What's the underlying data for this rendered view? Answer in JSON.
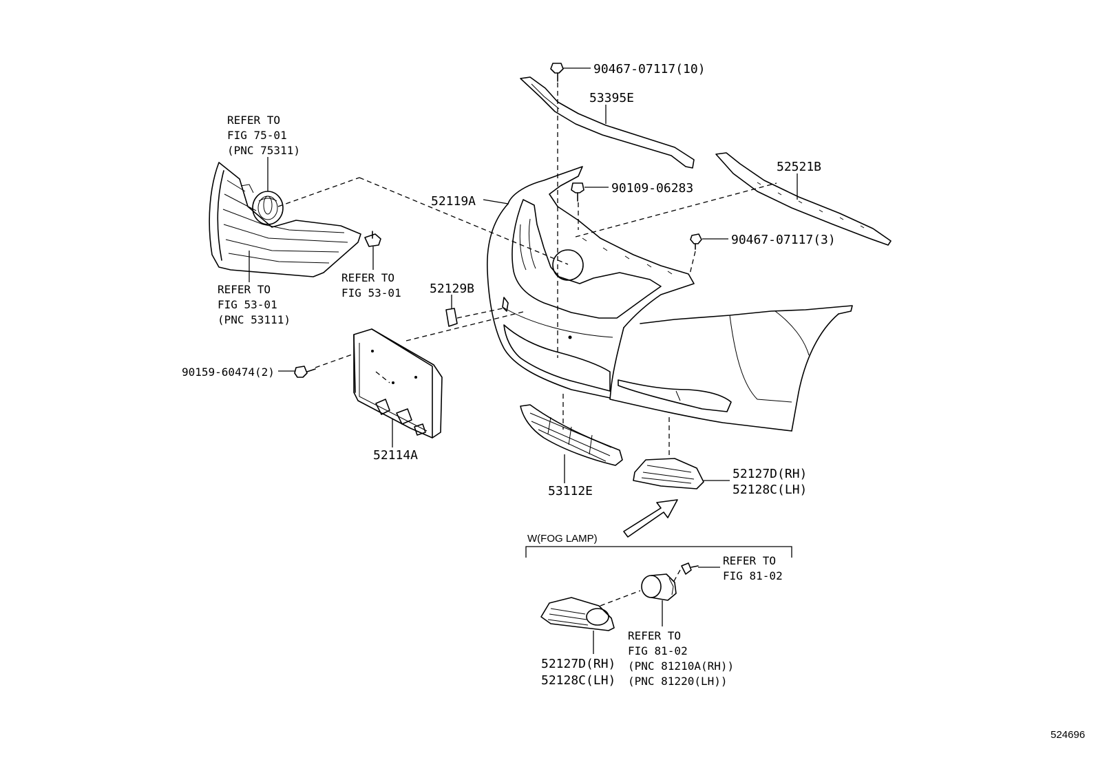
{
  "labels": {
    "p90467_07117_10": "90467-07117(10)",
    "p53395E": "53395E",
    "p52521B": "52521B",
    "p90109_06283": "90109-06283",
    "p52119A": "52119A",
    "p90467_07117_3": "90467-07117(3)",
    "ref_75_1": "REFER TO",
    "ref_75_2": "FIG 75-01",
    "ref_75_3": "(PNC 75311)",
    "ref_5301a_1": "REFER TO",
    "ref_5301a_2": "FIG 53-01",
    "ref_5301a_3": "(PNC 53111)",
    "ref_5301b_1": "REFER TO",
    "ref_5301b_2": "FIG 53-01",
    "p52129B": "52129B",
    "p90159_60474_2": "90159-60474(2)",
    "p52114A": "52114A",
    "p53112E": "53112E",
    "p52127D_rh_top": "52127D(RH)",
    "p52128C_lh_top": "52128C(LH)",
    "cond_fog": "W(FOG LAMP)",
    "ref_8102a_1": "REFER TO",
    "ref_8102a_2": "FIG 81-02",
    "ref_8102b_1": "REFER TO",
    "ref_8102b_2": "FIG 81-02",
    "ref_8102b_3": "(PNC 81210A(RH))",
    "ref_8102b_4": "(PNC 81220(LH))",
    "p52127D_rh_bot": "52127D(RH)",
    "p52128C_lh_bot": "52128C(LH)",
    "image_number": "524696"
  }
}
